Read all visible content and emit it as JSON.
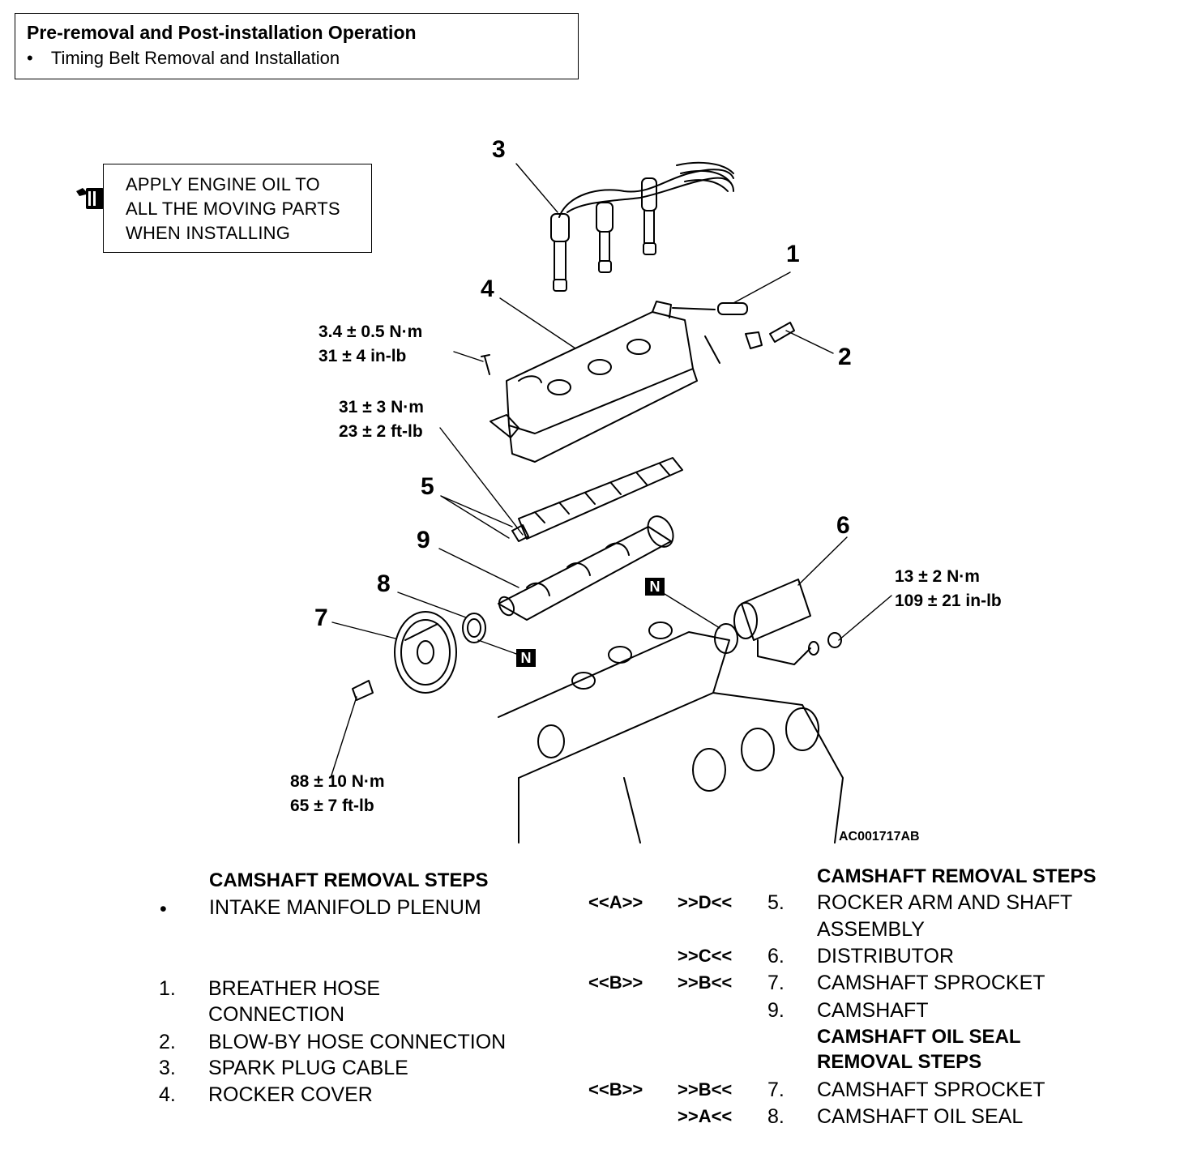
{
  "header": {
    "title": "Pre-removal and Post-installation Operation",
    "bullet": "•",
    "item": "Timing Belt Removal and Installation"
  },
  "note": {
    "icon": "oil-can-icon",
    "lines": [
      "APPLY ENGINE OIL TO",
      "ALL THE MOVING PARTS",
      "WHEN INSTALLING"
    ]
  },
  "callouts": {
    "n1": "1",
    "n2": "2",
    "n3": "3",
    "n4": "4",
    "n5": "5",
    "n6": "6",
    "n7": "7",
    "n8": "8",
    "n9": "9"
  },
  "torques": {
    "cover_bolt": [
      "3.4 ± 0.5 N·m",
      "31 ± 4 in-lb"
    ],
    "rocker_shaft": [
      "31 ± 3 N·m",
      "23 ± 2 ft-lb"
    ],
    "distributor": [
      "13 ± 2 N·m",
      "109 ± 21 in-lb"
    ],
    "sprocket": [
      "88 ± 10 N·m",
      "65 ± 7 ft-lb"
    ]
  },
  "new_part_mark": "N",
  "figure_id": "AC001717AB",
  "left_steps": {
    "heading": "CAMSHAFT REMOVAL STEPS",
    "bullet": "•",
    "bullet_item": "INTAKE MANIFOLD PLENUM",
    "items": [
      {
        "num": "1.",
        "lines": [
          "BREATHER HOSE",
          "CONNECTION"
        ]
      },
      {
        "num": "2.",
        "lines": [
          "BLOW-BY HOSE CONNECTION"
        ]
      },
      {
        "num": "3.",
        "lines": [
          "SPARK PLUG CABLE"
        ]
      },
      {
        "num": "4.",
        "lines": [
          "ROCKER COVER"
        ]
      }
    ]
  },
  "right_steps": {
    "heading1": "CAMSHAFT REMOVAL STEPS",
    "heading2": [
      "CAMSHAFT OIL SEAL",
      "REMOVAL STEPS"
    ],
    "rows": [
      {
        "rem": "<<A>>",
        "inst": ">>D<<",
        "num": "5.",
        "lines": [
          "ROCKER ARM AND SHAFT",
          "ASSEMBLY"
        ]
      },
      {
        "rem": "",
        "inst": ">>C<<",
        "num": "6.",
        "lines": [
          "DISTRIBUTOR"
        ]
      },
      {
        "rem": "<<B>>",
        "inst": ">>B<<",
        "num": "7.",
        "lines": [
          "CAMSHAFT SPROCKET"
        ]
      },
      {
        "rem": "",
        "inst": "",
        "num": "9.",
        "lines": [
          "CAMSHAFT"
        ]
      },
      {
        "rem": "<<B>>",
        "inst": ">>B<<",
        "num": "7.",
        "lines": [
          "CAMSHAFT SPROCKET"
        ]
      },
      {
        "rem": "",
        "inst": ">>A<<",
        "num": "8.",
        "lines": [
          "CAMSHAFT OIL SEAL"
        ]
      }
    ]
  }
}
